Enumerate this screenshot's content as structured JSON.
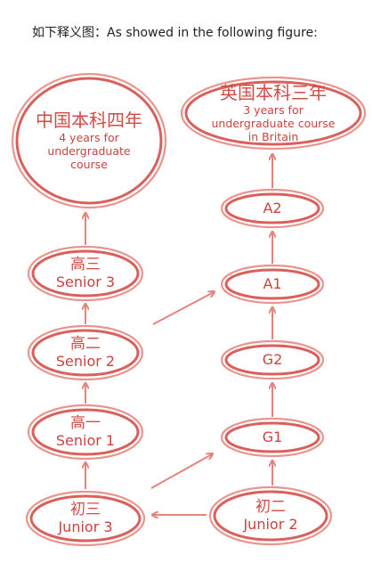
{
  "caption": "如下释义图：As showed in the following figure:",
  "colors": {
    "ring": "#e07a75",
    "arrow": "#e5837d",
    "text": "#d24b46"
  },
  "nodes": {
    "cn_university": {
      "zh": "中国本科四年",
      "en": [
        "4 years for",
        "undergraduate",
        "course"
      ]
    },
    "uk_university": {
      "zh": "英国本科三年",
      "en": [
        "3 years for",
        "undergraduate course",
        "in Britain"
      ]
    },
    "senior3": {
      "zh": "高三",
      "en": "Senior 3"
    },
    "senior2": {
      "zh": "高二",
      "en": "Senior 2"
    },
    "senior1": {
      "zh": "高一",
      "en": "Senior 1"
    },
    "junior3": {
      "zh": "初三",
      "en": "Junior 3"
    },
    "junior2": {
      "zh": "初二",
      "en": "Junior 2"
    },
    "a2": {
      "en": "A2"
    },
    "a1": {
      "en": "A1"
    },
    "g2": {
      "en": "G2"
    },
    "g1": {
      "en": "G1"
    }
  }
}
